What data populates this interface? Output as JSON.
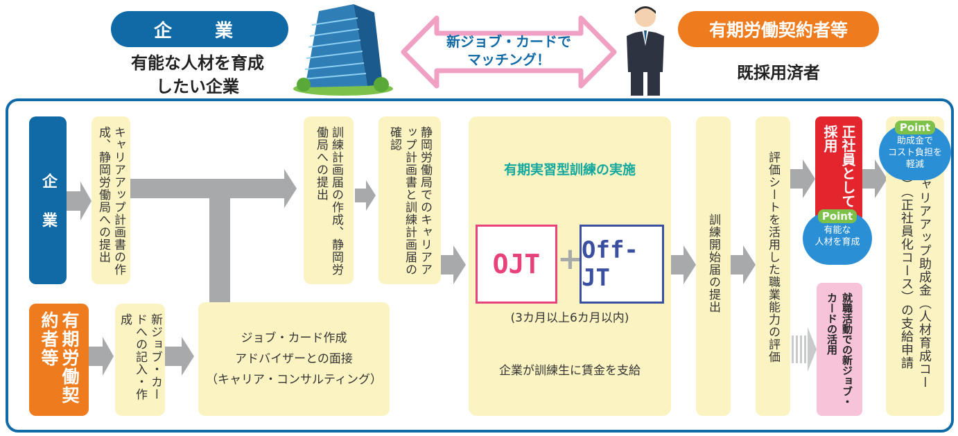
{
  "header": {
    "company_label": "企　業",
    "company_sub": [
      "有能な人材を育成",
      "したい企業"
    ],
    "matching_text": [
      "新ジョブ・カードで",
      "マッチング！"
    ],
    "worker_label": "有期労働契約者等",
    "worker_sub": "既採用済者"
  },
  "flow": {
    "company_side": "企業",
    "worker_side": "有期労働契約者等",
    "step_career_plan": "キャリアアップ計画書の作成、静岡労働局への提出",
    "step_training_plan": "訓練計画届の作成、静岡労働局への提出",
    "step_confirm": "静岡労働局でのキャリアアップ計画書と訓練計画届の確認",
    "step_jobcard_fill": "新ジョブ・カードへの記入・作成",
    "step_interview": [
      "ジョブ・カード作成",
      "アドバイザーとの面接",
      "（キャリア・コンサルティング）"
    ],
    "training_title": "有期実習型訓練の実施",
    "ojt": "OJT",
    "offjt": "Off-JT",
    "plus": "+",
    "training_period": "(3カ月以上6カ月以内)",
    "training_wage": "企業が訓練生に賃金を支給",
    "step_start_notice": "訓練開始届の提出",
    "step_evaluation": "評価シートを活用した職業能力の評価",
    "hire_label": "正社員として採用",
    "jobhunt_label": "就職活動での新ジョブ・カードの活用",
    "subsidy_label": "キャリアアップ助成金（人材育成コース）（正社員化コース）の支給申請",
    "point_word": "Point",
    "point1_text": [
      "助成金で",
      "コスト負担を",
      "軽減"
    ],
    "point2_text": [
      "有能な",
      "人材を育成"
    ]
  },
  "colors": {
    "blue": "#0f6aa6",
    "orange": "#ee7b1e",
    "red": "#e3262e",
    "pink": "#f7c3d8",
    "box": "#fbf4c2",
    "arrow": "#a8a9ab",
    "teal": "#13a89e",
    "ojt_pink": "#e8427a",
    "offjt_blue": "#3b4fa0",
    "point_green": "#7cc24a",
    "point_blue": "#2b8fd6"
  },
  "icons": [
    "building-illustration",
    "businessman-illustration",
    "double-arrow"
  ]
}
